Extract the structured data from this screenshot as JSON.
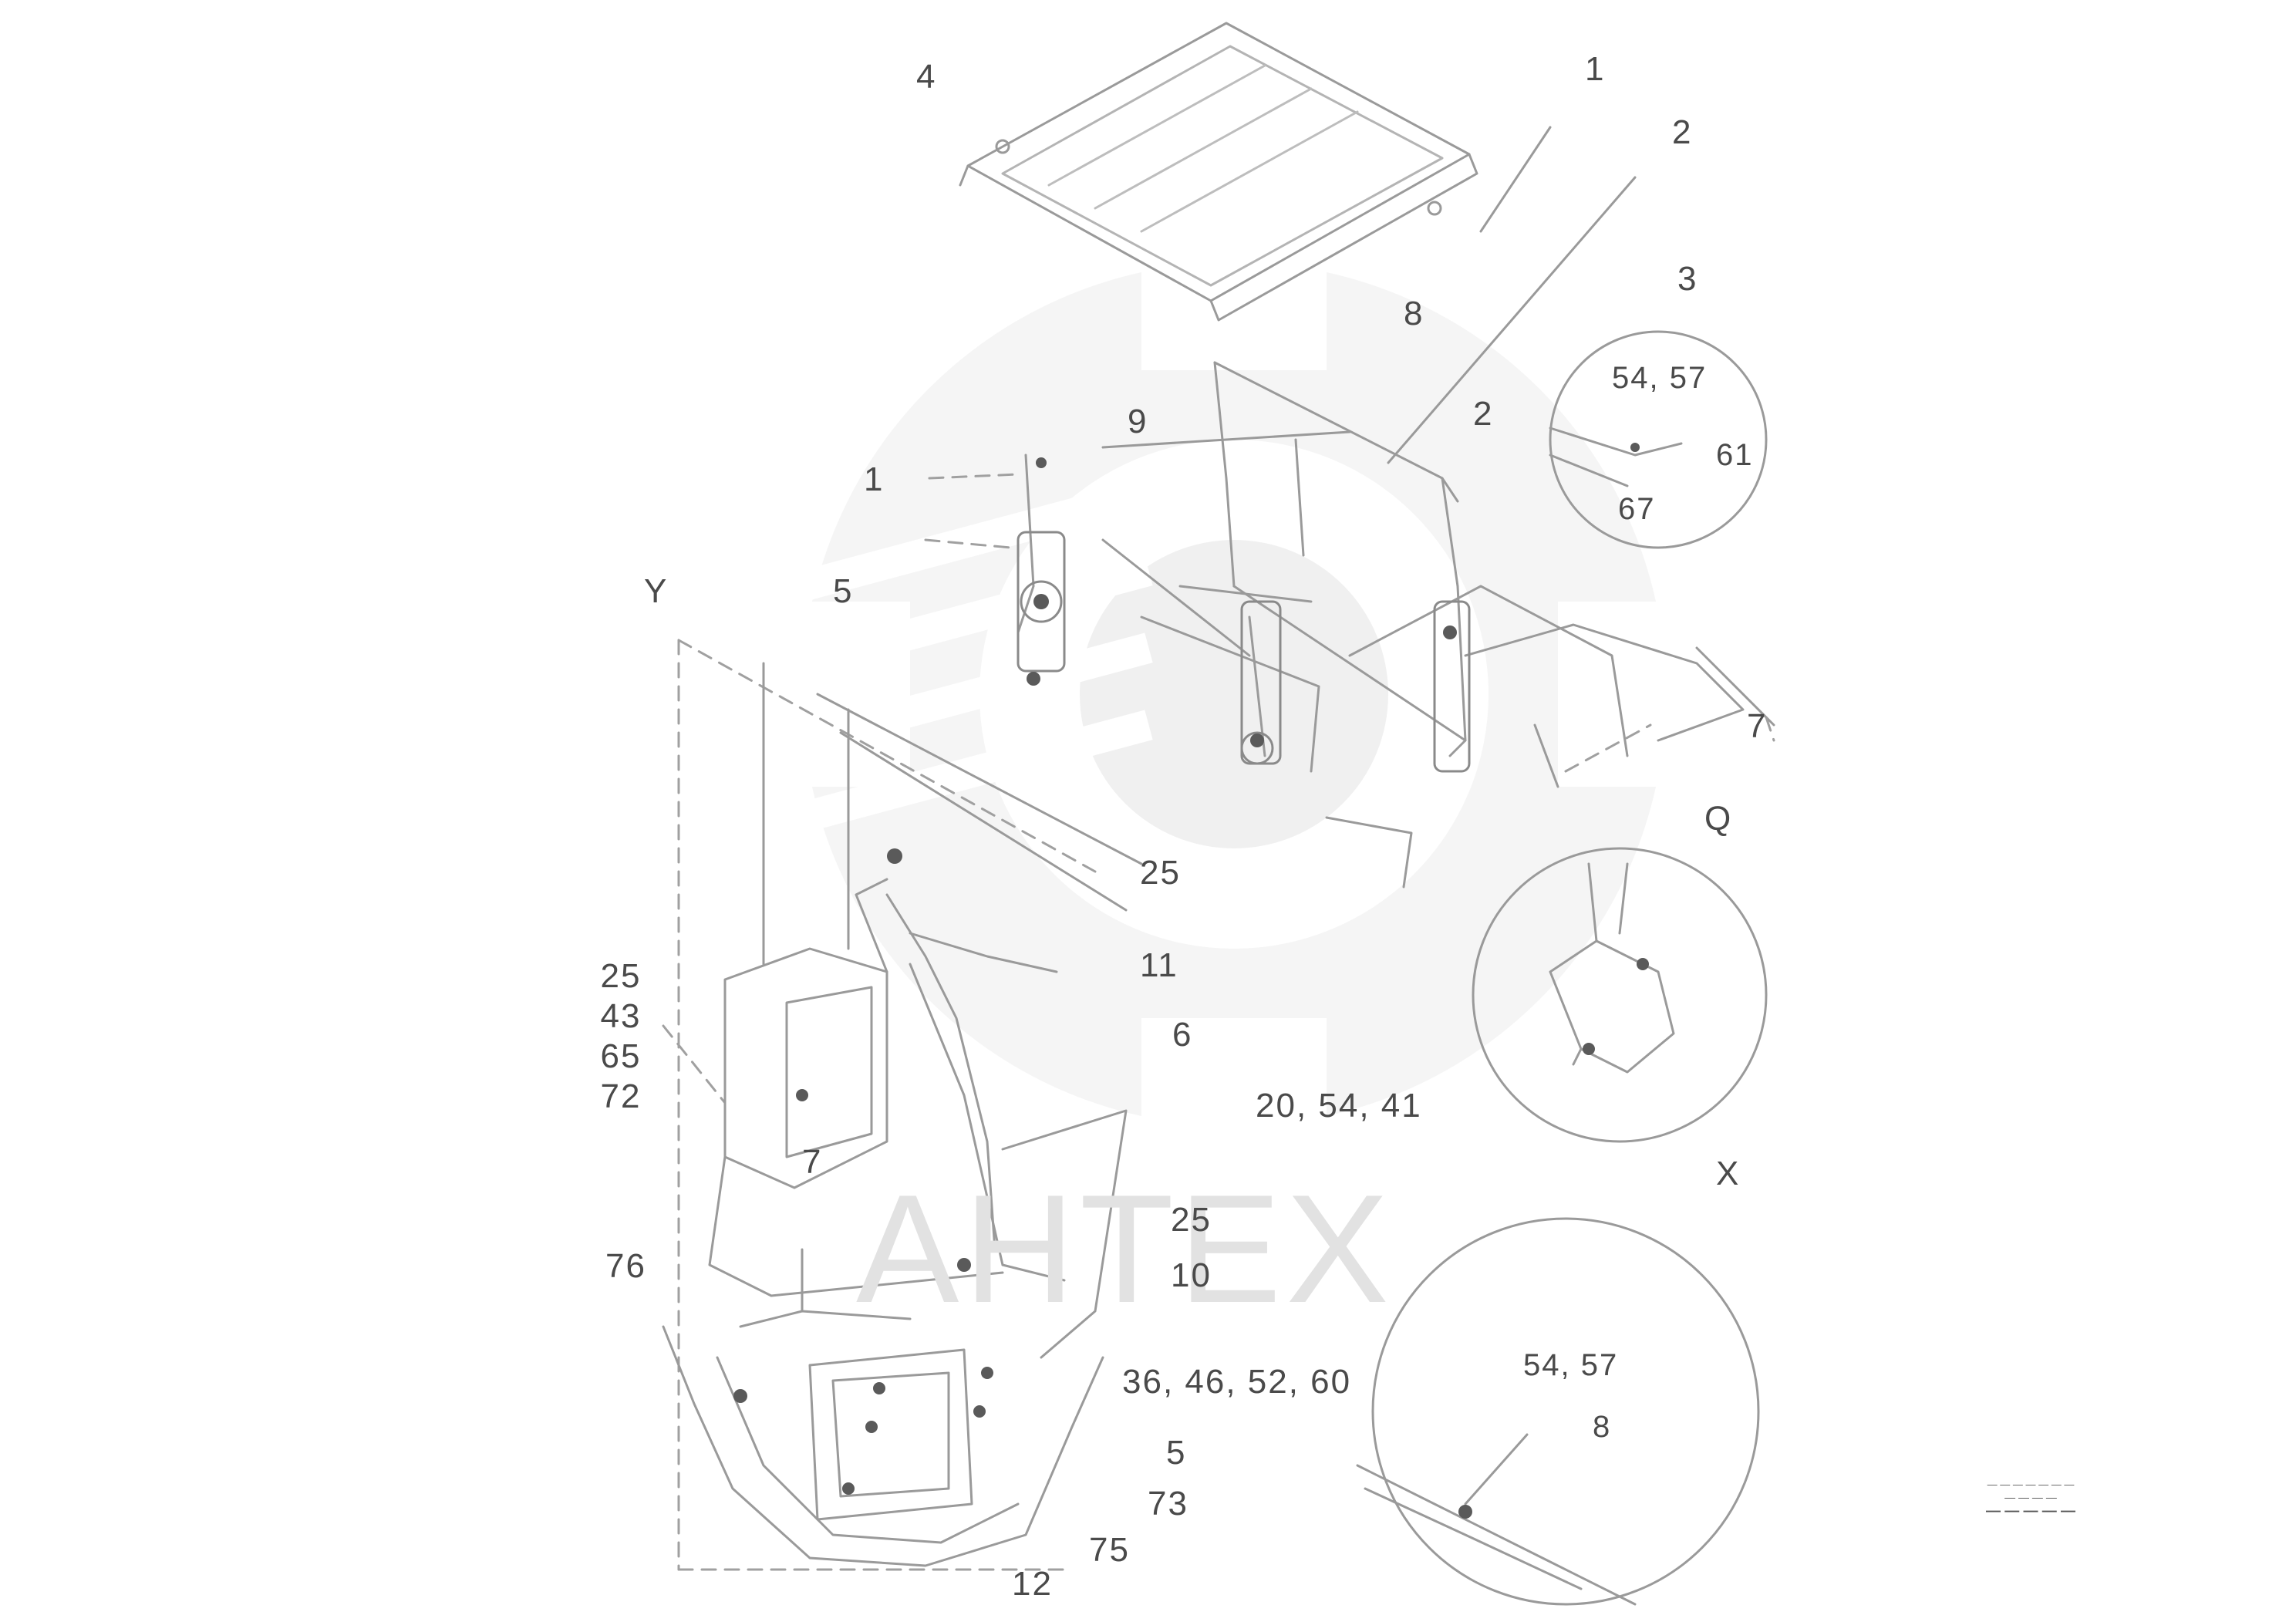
{
  "watermark": {
    "text": "АНТЕХ",
    "color": "#e2e2e2"
  },
  "labels": {
    "l4": "4",
    "l1": "1",
    "l2": "2",
    "l3": "3",
    "l8": "8",
    "l2b": "2",
    "l9": "9",
    "l1b": "1",
    "l5": "5",
    "lY": "Y",
    "l25": "25",
    "l11": "11",
    "l6": "6",
    "l7": "7",
    "lQ": "Q",
    "l76": "76",
    "l7b": "7",
    "l20_54_41": "20, 54, 41",
    "lX": "X",
    "l25b": "25",
    "l10": "10",
    "l36_46_52_60": "36, 46, 52, 60",
    "l5b": "5",
    "l73": "73",
    "l75": "75",
    "l12": "12",
    "stack_left": [
      "25",
      "43",
      "65",
      "72"
    ],
    "det_top_num": "54, 57",
    "det_top_side": "61",
    "det_top_low": "67",
    "det_bot_num": "54, 57",
    "det_bot_low": "8"
  },
  "reference": {
    "line1": "— — — — — — —",
    "line2": "— — — —",
    "code": "— — — — —"
  }
}
